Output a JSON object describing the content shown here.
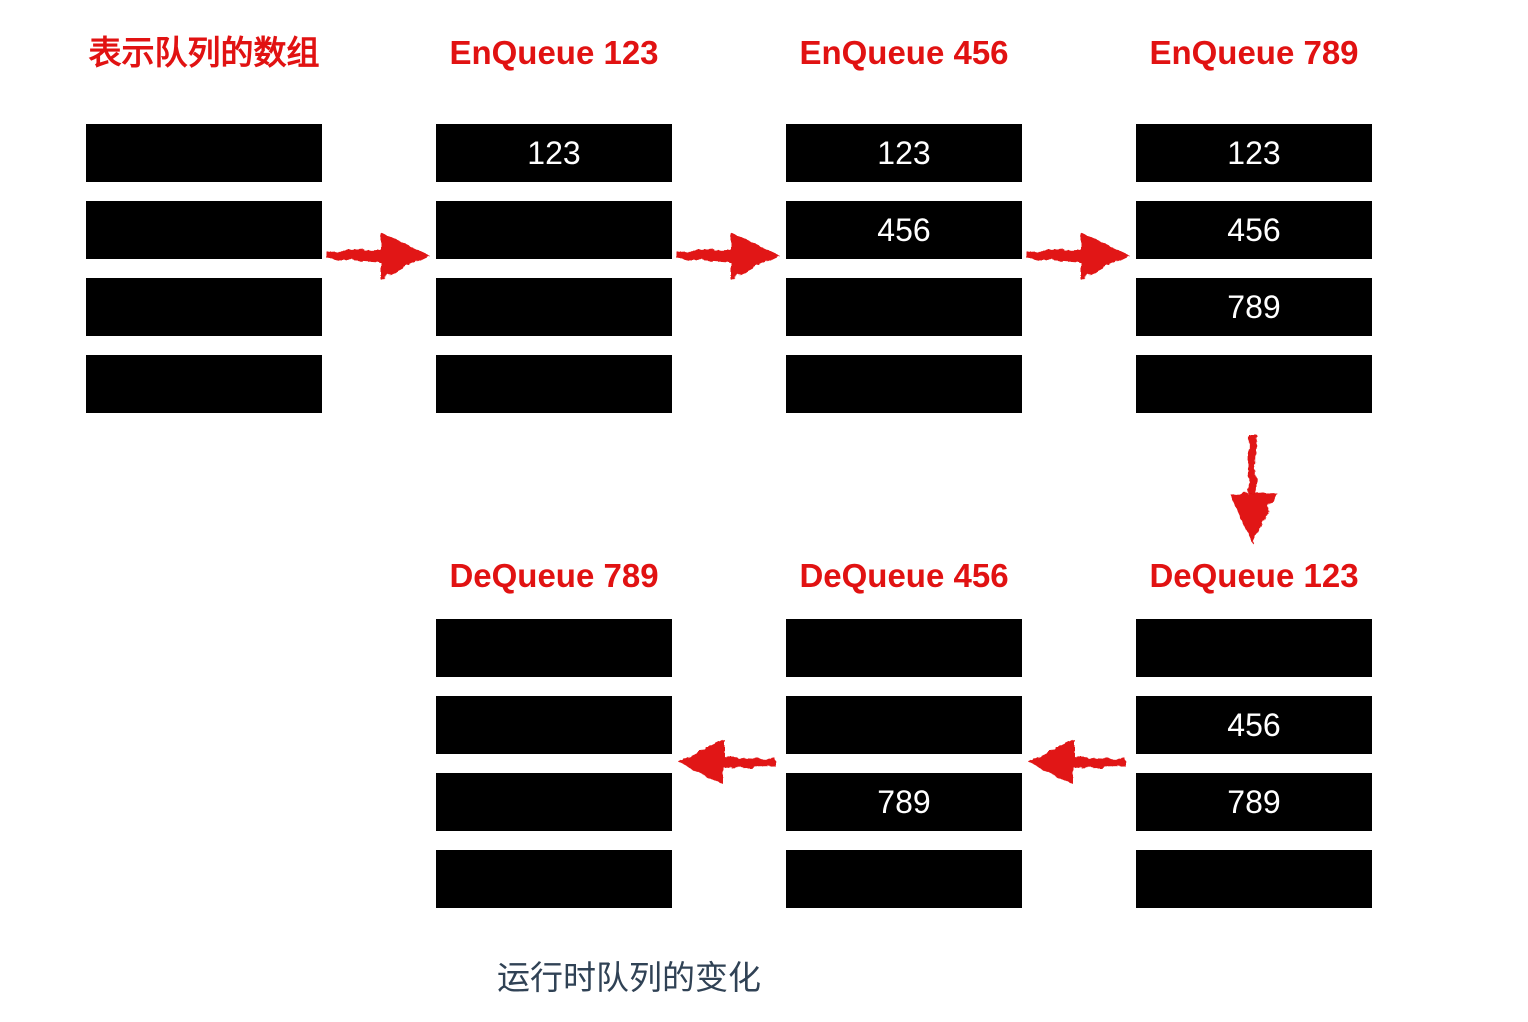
{
  "colors": {
    "accent_red": "#e11212",
    "bar_fill": "#000000",
    "cell_text": "#ffffff",
    "caption_text": "#304255",
    "background": "#ffffff"
  },
  "caption": "运行时队列的变化",
  "panels": [
    {
      "id": "initial",
      "title": "表示队列的数组",
      "cells": [
        "",
        "",
        "",
        ""
      ]
    },
    {
      "id": "enqueue-123",
      "title": "EnQueue 123",
      "cells": [
        "123",
        "",
        "",
        ""
      ]
    },
    {
      "id": "enqueue-456",
      "title": "EnQueue 456",
      "cells": [
        "123",
        "456",
        "",
        ""
      ]
    },
    {
      "id": "enqueue-789",
      "title": "EnQueue 789",
      "cells": [
        "123",
        "456",
        "789",
        ""
      ]
    },
    {
      "id": "dequeue-123",
      "title": "DeQueue 123",
      "cells": [
        "",
        "456",
        "789",
        ""
      ]
    },
    {
      "id": "dequeue-456",
      "title": "DeQueue 456",
      "cells": [
        "",
        "",
        "789",
        ""
      ]
    },
    {
      "id": "dequeue-789",
      "title": "DeQueue 789",
      "cells": [
        "",
        "",
        "",
        ""
      ]
    }
  ],
  "arrows": [
    {
      "name": "arrow-initial-to-enqueue123",
      "direction": "right"
    },
    {
      "name": "arrow-enqueue123-to-enqueue456",
      "direction": "right"
    },
    {
      "name": "arrow-enqueue456-to-enqueue789",
      "direction": "right"
    },
    {
      "name": "arrow-enqueue789-to-dequeue123",
      "direction": "down"
    },
    {
      "name": "arrow-dequeue123-to-dequeue456",
      "direction": "left"
    },
    {
      "name": "arrow-dequeue456-to-dequeue789",
      "direction": "left"
    }
  ]
}
